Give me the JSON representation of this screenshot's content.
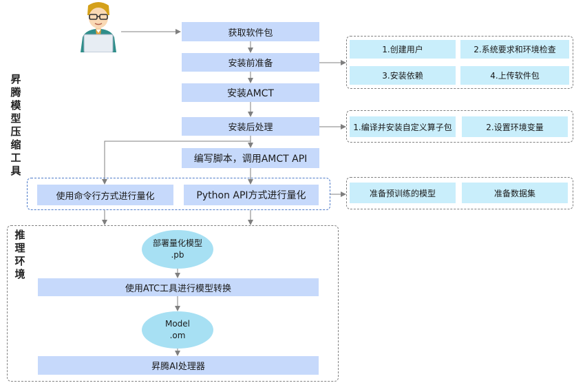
{
  "side_labels": {
    "compression_tool": "昇腾模型压缩工具",
    "inference_env": "推理环境"
  },
  "steps": {
    "get_package": "获取软件包",
    "pre_install": "安装前准备",
    "install_amct": "安装AMCT",
    "post_install": "安装后处理",
    "write_script": "编写脚本，调用AMCT API",
    "cmd_quant": "使用命令行方式进行量化",
    "python_quant": "Python API方式进行量化",
    "atc_convert": "使用ATC工具进行模型转换",
    "ascend_processor": "昇腾AI处理器"
  },
  "pre_install_items": [
    "1.创建用户",
    "2.系统要求和环境检查",
    "3.安装依赖",
    "4.上传软件包"
  ],
  "post_install_items": [
    "1.编译并安装自定义算子包",
    "2.设置环境变量"
  ],
  "quant_prep_items": [
    "准备预训练的模型",
    "准备数据集"
  ],
  "models": {
    "pb_line1": "部署量化模型",
    "pb_line2": ".pb",
    "om_line1": "Model",
    "om_line2": ".om"
  },
  "colors": {
    "step_fill": "#c6d9fb",
    "sub_fill": "#c9eefb",
    "ellipse_fill": "#a7e0f3",
    "arrow": "#7f7f7f"
  }
}
